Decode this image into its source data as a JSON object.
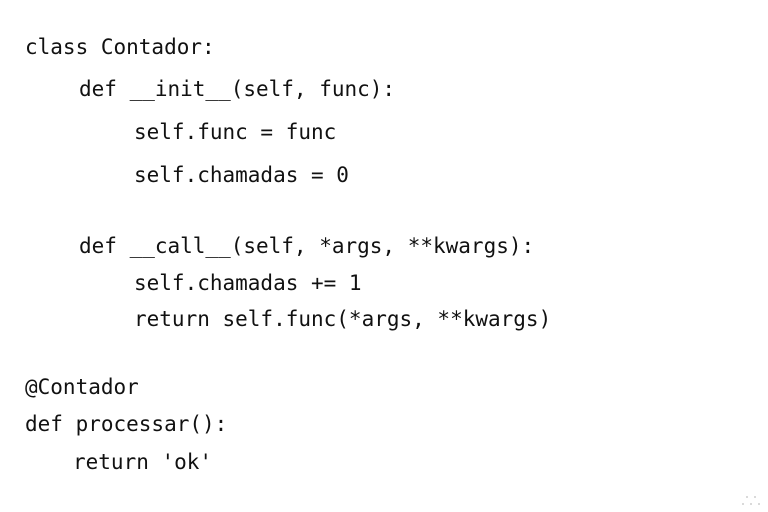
{
  "code_lines": [
    "class Contador:",
    "def __init__(self, func):",
    "self.func = func",
    "self.chamadas = 0",
    "def __call__(self, *args, **kwargs):",
    "self.chamadas += 1",
    "return self.func(*args, **kwargs)",
    "@Contador",
    "def processar():",
    "return 'ok'"
  ],
  "colors": {
    "text": "#111111",
    "background": "#ffffff",
    "corner_dots": "#cfcfcf"
  }
}
